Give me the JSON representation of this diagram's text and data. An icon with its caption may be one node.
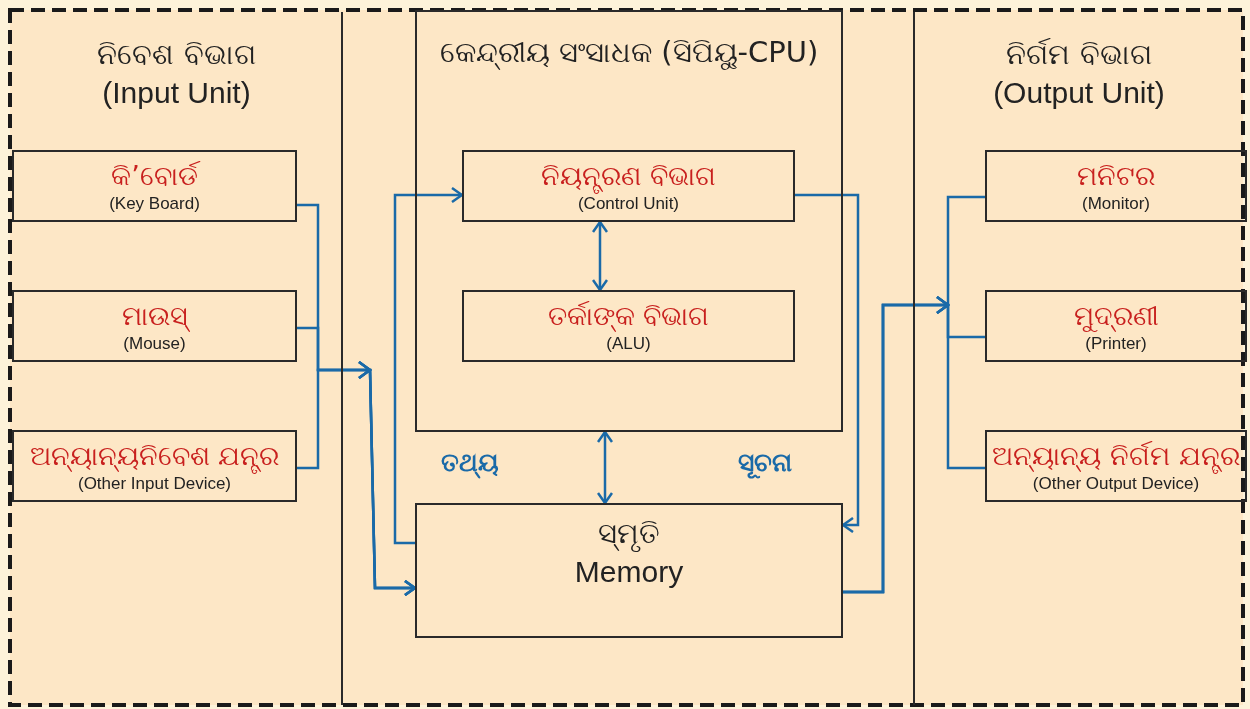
{
  "diagram": {
    "nodes": [
      {
        "text": [
          "ନିବେଶ ବିଭାଗ",
          "(Input Unit)"
        ]
      },
      {
        "text": [
          "କି’ବୋର୍ଡ",
          "(Key Board)"
        ],
        "in": 0
      },
      {
        "text": [
          "ମାଉସ୍",
          "(Mouse)"
        ],
        "in": 0
      },
      {
        "text": [
          "ଅନ୍ୟାନ୍ୟନିବେଶ ଯନ୍ତ୍ର",
          "(Other Input Device)"
        ],
        "in": 0
      },
      {
        "text": [
          "କେନ୍ଦ୍ରୀୟ ସଂସାଧକ (ସିପିୟୁ-CPU)"
        ]
      },
      {
        "text": [
          "ନିୟନ୍ତ୍ରଣ ବିଭାଗ",
          "(Control Unit)"
        ],
        "in": 4
      },
      {
        "text": [
          "ତର୍କାଙ୍କ ବିଭାଗ",
          "(ALU)"
        ],
        "in": 4
      },
      {
        "text": [
          "ସ୍ମୃତି",
          "Memory"
        ]
      },
      {
        "text": [
          "ନିର୍ଗମ ବିଭାଗ",
          "(Output Unit)"
        ]
      },
      {
        "text": [
          "ମନିଟର",
          "(Monitor)"
        ],
        "in": 8
      },
      {
        "text": [
          "ମୁଦ୍ରଣୀ",
          "(Printer)"
        ],
        "in": 8
      },
      {
        "text": [
          "ଅନ୍ୟାନ୍ୟ ନିର୍ଗମ ଯନ୍ତ୍ର",
          "(Other Output Device)"
        ],
        "in": 8
      }
    ],
    "edges": [
      {
        "from": 1,
        "to": 7,
        "arrow": "to"
      },
      {
        "from": 2,
        "to": 7,
        "arrow": "to"
      },
      {
        "from": 3,
        "to": 7,
        "arrow": "to"
      },
      {
        "from": 7,
        "to": 5,
        "arrow": "to"
      },
      {
        "from": 5,
        "to": 6,
        "arrow": "both"
      },
      {
        "from": 4,
        "to": 7,
        "arrow": "both"
      },
      {
        "from": 5,
        "to": 7,
        "arrow": "to"
      },
      {
        "from": 7,
        "to": 9,
        "arrow": "to"
      },
      {
        "from": 7,
        "to": 10,
        "arrow": "to"
      },
      {
        "from": 7,
        "to": 11,
        "arrow": "to"
      }
    ],
    "labels": [
      "ତଥ୍ୟ",
      "ସୂଚନା"
    ]
  }
}
